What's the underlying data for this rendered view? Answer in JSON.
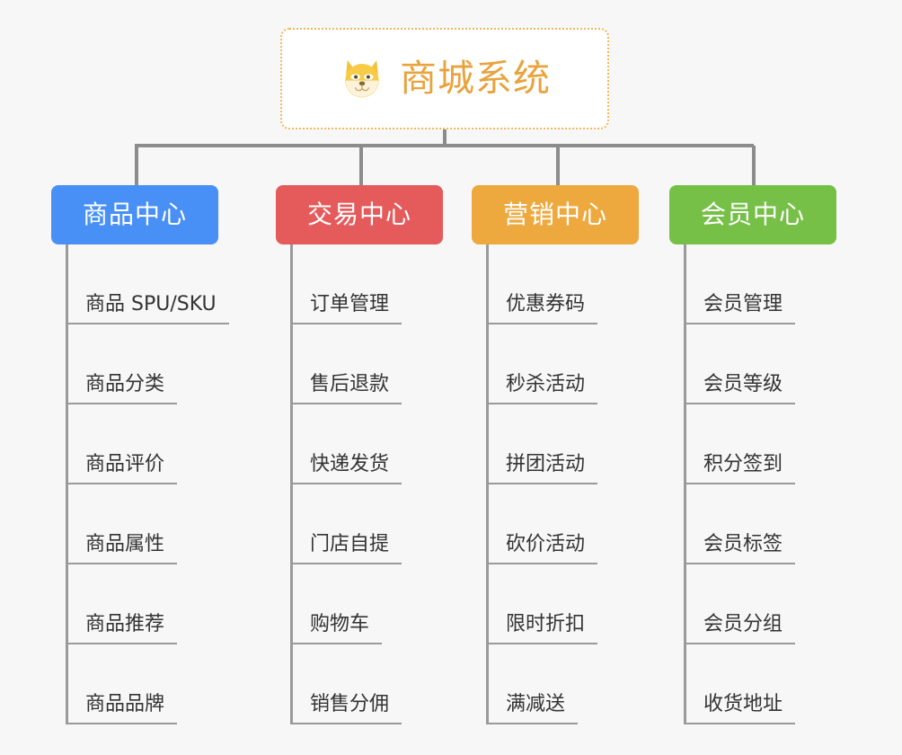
{
  "page": {
    "background_color": "#f7f7f7",
    "line_color": "#9a9a9a"
  },
  "root": {
    "title": "商城系统",
    "icon": "dog-face-emoji",
    "border_color": "#f0b65b",
    "text_color": "#e8a33d",
    "background_color": "#ffffff"
  },
  "categories": [
    {
      "id": "product-center",
      "label": "商品中心",
      "color": "#4890f5",
      "items": [
        {
          "label": "商品 SPU/SKU"
        },
        {
          "label": "商品分类"
        },
        {
          "label": "商品评价"
        },
        {
          "label": "商品属性"
        },
        {
          "label": "商品推荐"
        },
        {
          "label": "商品品牌"
        }
      ]
    },
    {
      "id": "trade-center",
      "label": "交易中心",
      "color": "#e55b5b",
      "items": [
        {
          "label": "订单管理"
        },
        {
          "label": "售后退款"
        },
        {
          "label": "快递发货"
        },
        {
          "label": "门店自提"
        },
        {
          "label": "购物车"
        },
        {
          "label": "销售分佣"
        }
      ]
    },
    {
      "id": "marketing-center",
      "label": "营销中心",
      "color": "#eda93e",
      "items": [
        {
          "label": "优惠券码"
        },
        {
          "label": "秒杀活动"
        },
        {
          "label": "拼团活动"
        },
        {
          "label": "砍价活动"
        },
        {
          "label": "限时折扣"
        },
        {
          "label": "满减送"
        }
      ]
    },
    {
      "id": "member-center",
      "label": "会员中心",
      "color": "#77c048",
      "items": [
        {
          "label": "会员管理"
        },
        {
          "label": "会员等级"
        },
        {
          "label": "积分签到"
        },
        {
          "label": "会员标签"
        },
        {
          "label": "会员分组"
        },
        {
          "label": "收货地址"
        }
      ]
    }
  ]
}
